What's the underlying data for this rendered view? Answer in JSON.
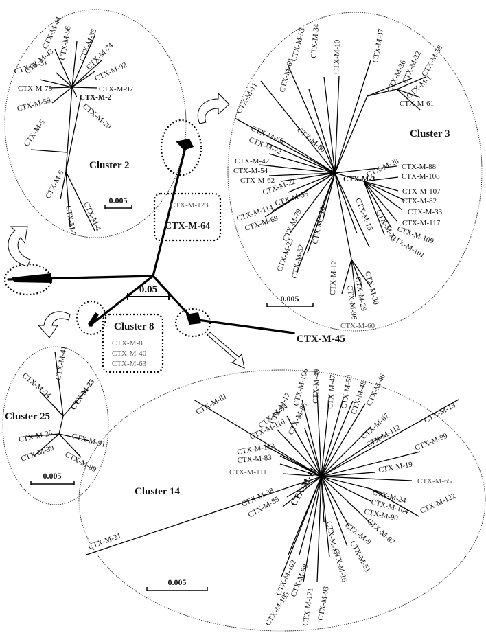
{
  "clusters": {
    "c2": {
      "title": "Cluster 2",
      "scale": "0.005",
      "labels": [
        "CTX-M-44",
        "CTX-M-56",
        "CTX-M-35",
        "CTX-M-74",
        "CTX-M-43",
        "CTX-M-92",
        "CTX-M-31",
        "CTX-M-97",
        "CTX-M-75",
        "CTX-M-2",
        "CTX-M-59",
        "CTX-M-20",
        "CTX-M-5",
        "CTX-M-6",
        "CTX-M-7",
        "CTX-M-4"
      ]
    },
    "c3": {
      "title": "Cluster 3",
      "scale": "0.005",
      "labels": [
        "CTX-M-53",
        "CTX-M-34",
        "CTX-M-10",
        "CTX-M-37",
        "CTX-M-68",
        "CTX-M-36",
        "CTX-M-32",
        "CTX-M-58",
        "CTX-M-1",
        "CTX-M-61",
        "CTX-M-11",
        "CTX-M-80",
        "CTX-M-66",
        "CTX-M-72",
        "CTX-M-42",
        "CTX-M-54",
        "CTX-M-62",
        "CTX-M-22",
        "CTX-M-3",
        "CTX-M-28",
        "CTX-M-88",
        "CTX-M-108",
        "CTX-M-107",
        "CTX-M-82",
        "CTX-M-33",
        "CTX-M-117",
        "CTX-M-109",
        "CTX-M-101",
        "CTX-M-55",
        "CTX-M-114",
        "CTX-M-69",
        "CTX-M-79",
        "CTX-M-116",
        "CTX-M-15",
        "CTX-M-71",
        "CTX-M-23",
        "CTX-M-52",
        "CTX-M-12",
        "CTX-M-96",
        "CTX-M-29",
        "CTX-M-30",
        "CTX-M-60"
      ]
    },
    "c8": {
      "title": "Cluster 8",
      "labels": [
        "CTX-M-8",
        "CTX-M-40",
        "CTX-M-63"
      ]
    },
    "c25": {
      "title": "Cluster 25",
      "scale": "0.005",
      "labels": [
        "CTX-M-41",
        "CTX-M-94",
        "CTX-M-25",
        "CTX-M-26",
        "CTX-M-91",
        "CTX-M-39",
        "CTX-M-89"
      ]
    },
    "c14": {
      "title": "Cluster 14",
      "scale": "0.005",
      "labels": [
        "CTX-M-106",
        "CTX-M-49",
        "CTX-M-47",
        "CTX-M-50",
        "CTX-M-48",
        "CTX-M-46",
        "CTX-M-17",
        "CTX-M-86",
        "CTX-M-81",
        "CTX-M-84",
        "CTX-M-67",
        "CTX-M-110",
        "CTX-M-112",
        "CTX-M-13",
        "CTX-M-113",
        "CTX-M-83",
        "CTX-M-99",
        "CTX-M-111",
        "CTX-M-19",
        "CTX-M-65",
        "CTX-M-14",
        "CTX-M-38",
        "CTX-M-85",
        "CTX-M-24",
        "CTX-M-104",
        "CTX-M-122",
        "CTX-M-90",
        "CTX-M-21",
        "CTX-M-9",
        "CTX-M-87",
        "CTX-M-27",
        "CTX-M-51",
        "CTX-M-102",
        "CTX-M-98",
        "CTX-M-16",
        "CTX-M-105",
        "CTX-M-121",
        "CTX-M-93"
      ]
    }
  },
  "main": {
    "scale": "0.05",
    "singletons": [
      "CTX-M-123",
      "CTX-M-64",
      "CTX-M-45"
    ]
  }
}
